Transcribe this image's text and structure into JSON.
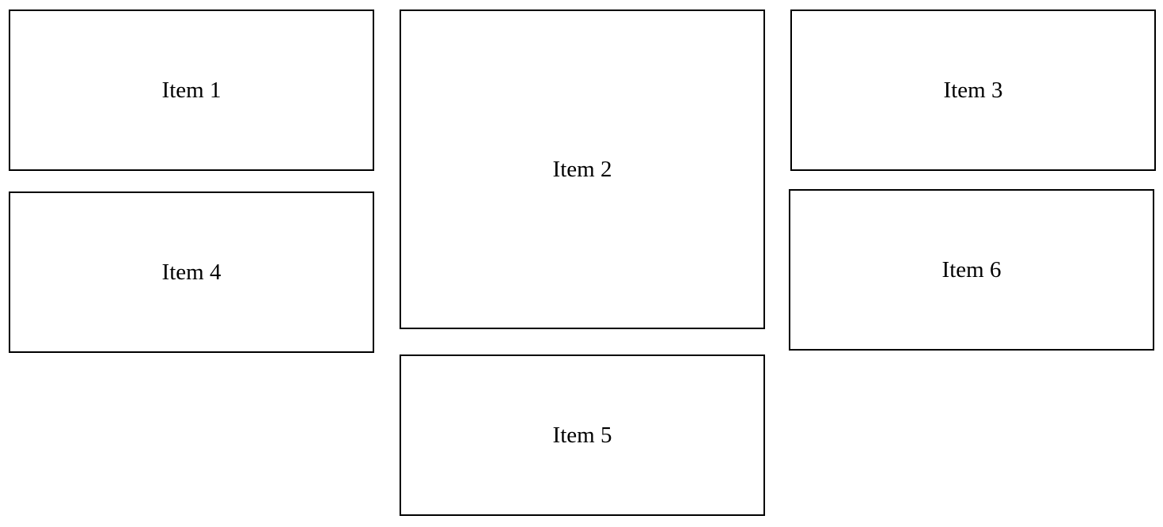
{
  "items": [
    {
      "label": "Item 1"
    },
    {
      "label": "Item 2"
    },
    {
      "label": "Item 3"
    },
    {
      "label": "Item 4"
    },
    {
      "label": "Item 5"
    },
    {
      "label": "Item 6"
    }
  ],
  "colors": {
    "border": "#000000",
    "background": "#ffffff",
    "text": "#000000"
  }
}
